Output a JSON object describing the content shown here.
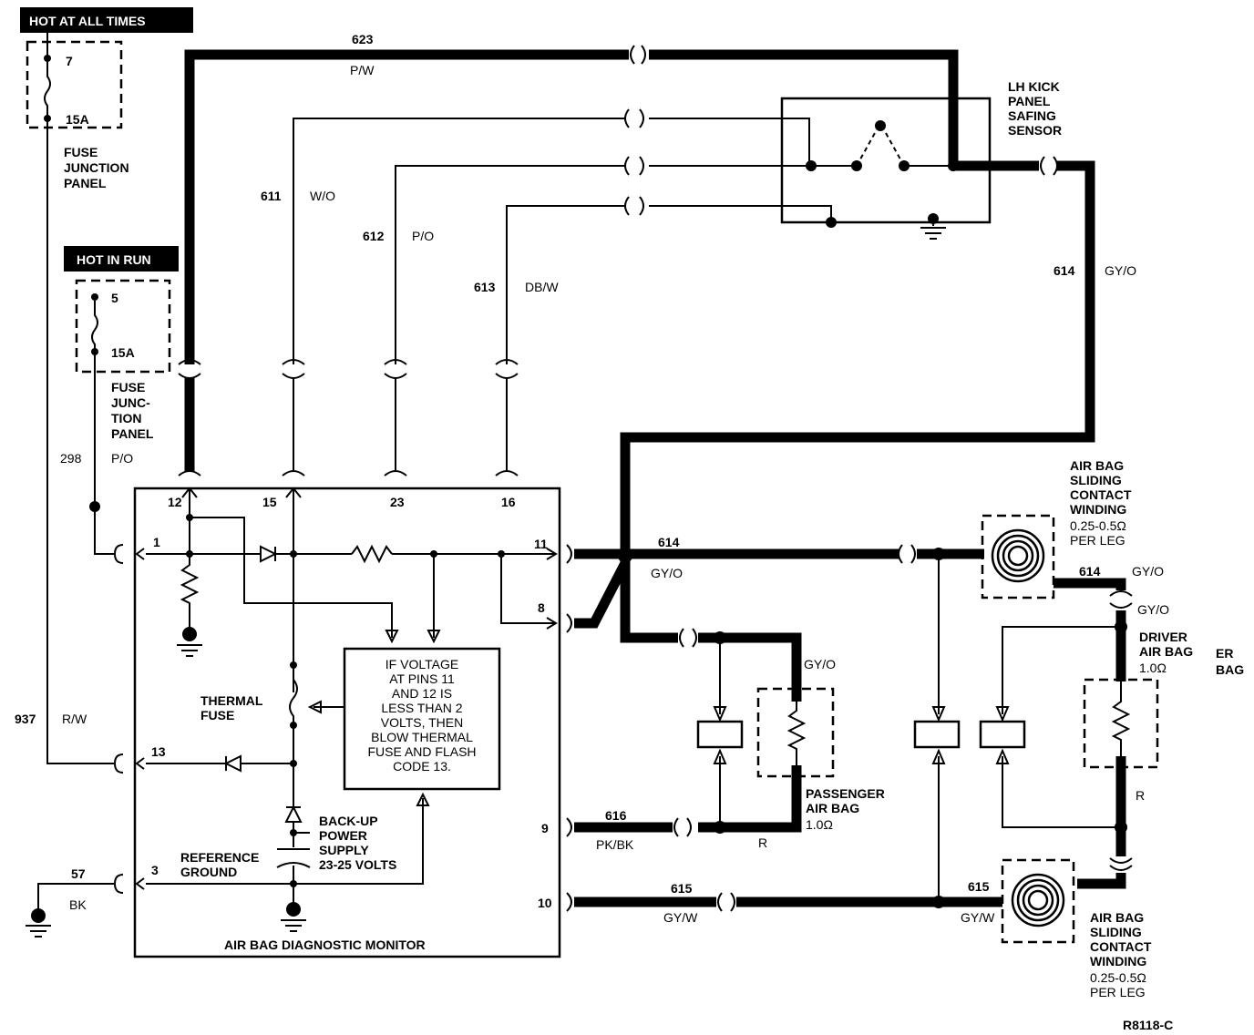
{
  "top_left": {
    "hot_at_all_times": "HOT AT ALL TIMES",
    "fuse_pin": "7",
    "fuse_rating": "15A",
    "fuse_panel_lines": [
      "FUSE",
      "JUNCTION",
      "PANEL"
    ]
  },
  "hot_in_run": {
    "header": "HOT IN RUN",
    "fuse_pin": "5",
    "fuse_rating": "15A",
    "fuse_panel_lines": [
      "FUSE",
      "JUNC-",
      "TION",
      "PANEL"
    ]
  },
  "wires": {
    "w623": {
      "num": "623",
      "color": "P/W"
    },
    "w611": {
      "num": "611",
      "color": "W/O"
    },
    "w612": {
      "num": "612",
      "color": "P/O"
    },
    "w613": {
      "num": "613",
      "color": "DB/W"
    },
    "w614_right": {
      "num": "614",
      "color": "GY/O"
    },
    "w614_mid": {
      "num": "614",
      "color": "GY/O"
    },
    "w614_coil": {
      "num": "614",
      "color": "GY/O"
    },
    "w_driver_top": {
      "color": "GY/O"
    },
    "w_pass_top": {
      "color": "GY/O"
    },
    "w298": {
      "num": "298",
      "color": "P/O"
    },
    "w937": {
      "num": "937",
      "color": "R/W"
    },
    "w57": {
      "num": "57",
      "color": "BK"
    },
    "w616": {
      "num": "616",
      "color": "PK/BK"
    },
    "w615_left": {
      "num": "615",
      "color": "GY/W"
    },
    "w615_right": {
      "num": "615",
      "color": "GY/W"
    },
    "w_pass_r": {
      "color": "R"
    },
    "w_driver_r": {
      "color": "R"
    }
  },
  "safing_sensor": {
    "lines": [
      "LH KICK",
      "PANEL",
      "SAFING",
      "SENSOR"
    ]
  },
  "monitor": {
    "title": "AIR BAG DIAGNOSTIC MONITOR",
    "pins_top": [
      "12",
      "15",
      "23",
      "16"
    ],
    "pin_1": "1",
    "pin_13": "13",
    "pin_3": "3",
    "pin_11": "11",
    "pin_8": "8",
    "pin_9": "9",
    "pin_10": "10",
    "thermal_fuse_lines": [
      "THERMAL",
      "FUSE"
    ],
    "logic_lines": [
      "IF VOLTAGE",
      "AT PINS 11",
      "AND 12 IS",
      "LESS THAN 2",
      "VOLTS, THEN",
      "BLOW THERMAL",
      "FUSE AND FLASH",
      "CODE 13."
    ],
    "backup_lines": [
      "BACK-UP",
      "POWER",
      "SUPPLY",
      "23-25 VOLTS"
    ],
    "ref_ground_lines": [
      "REFERENCE",
      "GROUND"
    ]
  },
  "passenger_bag": {
    "lines": [
      "PASSENGER",
      "AIR BAG"
    ],
    "resistance": "1.0Ω"
  },
  "driver_bag": {
    "lines": [
      "DRIVER",
      "AIR BAG"
    ],
    "resistance": "1.0Ω"
  },
  "sliding_top": {
    "lines": [
      "AIR BAG",
      "SLIDING",
      "CONTACT",
      "WINDING"
    ],
    "spec": [
      "0.25-0.5Ω",
      "PER LEG"
    ]
  },
  "sliding_bottom": {
    "lines": [
      "AIR BAG",
      "SLIDING",
      "CONTACT",
      "WINDING"
    ],
    "spec": [
      "0.25-0.5Ω",
      "PER LEG"
    ]
  },
  "cutoff_text": [
    "ER",
    "BAG"
  ],
  "figure_code": "R8118-C"
}
